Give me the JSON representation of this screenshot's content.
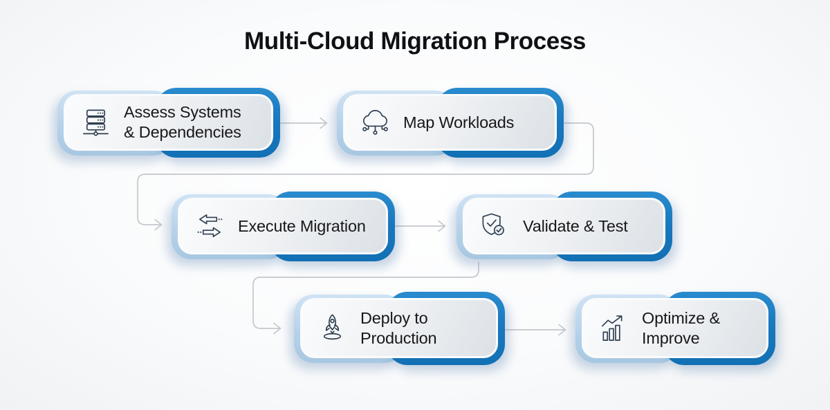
{
  "title": "Multi-Cloud Migration Process",
  "colors": {
    "accent_dark_blue": "#1877bd",
    "accent_light_blue": "#b6d2ea",
    "card_fill": "#eef1f4",
    "connector_gray": "#c3c8cd",
    "icon_stroke": "#2f3e50",
    "text": "#17181a"
  },
  "nodes": [
    {
      "id": "assess",
      "label": "Assess Systems\n& Dependencies",
      "icon": "server-stack-icon"
    },
    {
      "id": "map",
      "label": "Map Workloads",
      "icon": "cloud-network-icon"
    },
    {
      "id": "execute",
      "label": "Execute Migration",
      "icon": "transfer-arrows-icon"
    },
    {
      "id": "validate",
      "label": "Validate & Test",
      "icon": "shield-check-icon"
    },
    {
      "id": "deploy",
      "label": "Deploy to\nProduction",
      "icon": "rocket-launch-icon"
    },
    {
      "id": "optimize",
      "label": "Optimize &\nImprove",
      "icon": "bar-chart-growth-icon"
    }
  ],
  "flow_connections": [
    {
      "from": "Assess Systems & Dependencies",
      "to": "Map Workloads"
    },
    {
      "from": "Map Workloads",
      "to": "Execute Migration"
    },
    {
      "from": "Execute Migration",
      "to": "Validate & Test"
    },
    {
      "from": "Validate & Test",
      "to": "Deploy to Production"
    },
    {
      "from": "Deploy to Production",
      "to": "Optimize & Improve"
    }
  ]
}
